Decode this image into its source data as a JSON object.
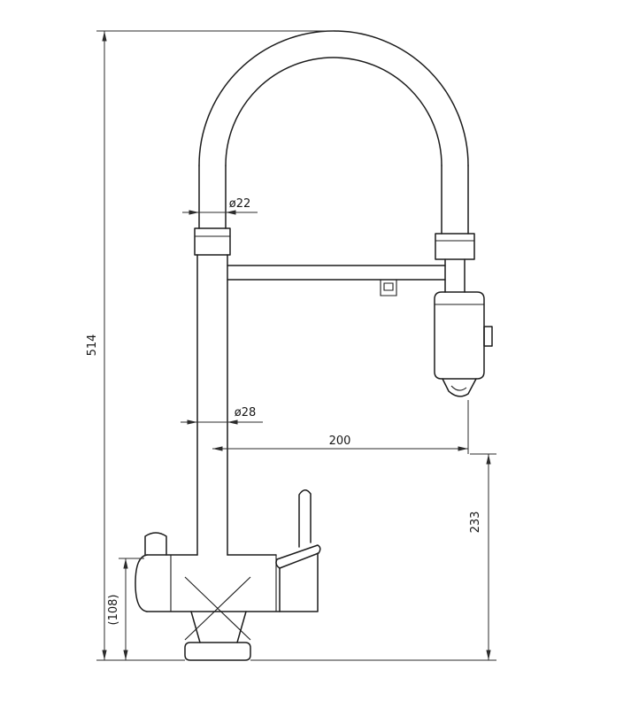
{
  "drawing": {
    "type": "technical-dimension-drawing",
    "subject": "kitchen-faucet-with-pulldown-spray",
    "line_color": "#1c1c1c",
    "background_color": "#ffffff",
    "labels": {
      "height_overall": "514",
      "height_base": "(108)",
      "reach_horizontal": "200",
      "height_spray_drop": "233",
      "dia_hose": "ø22",
      "dia_body": "ø28"
    }
  }
}
